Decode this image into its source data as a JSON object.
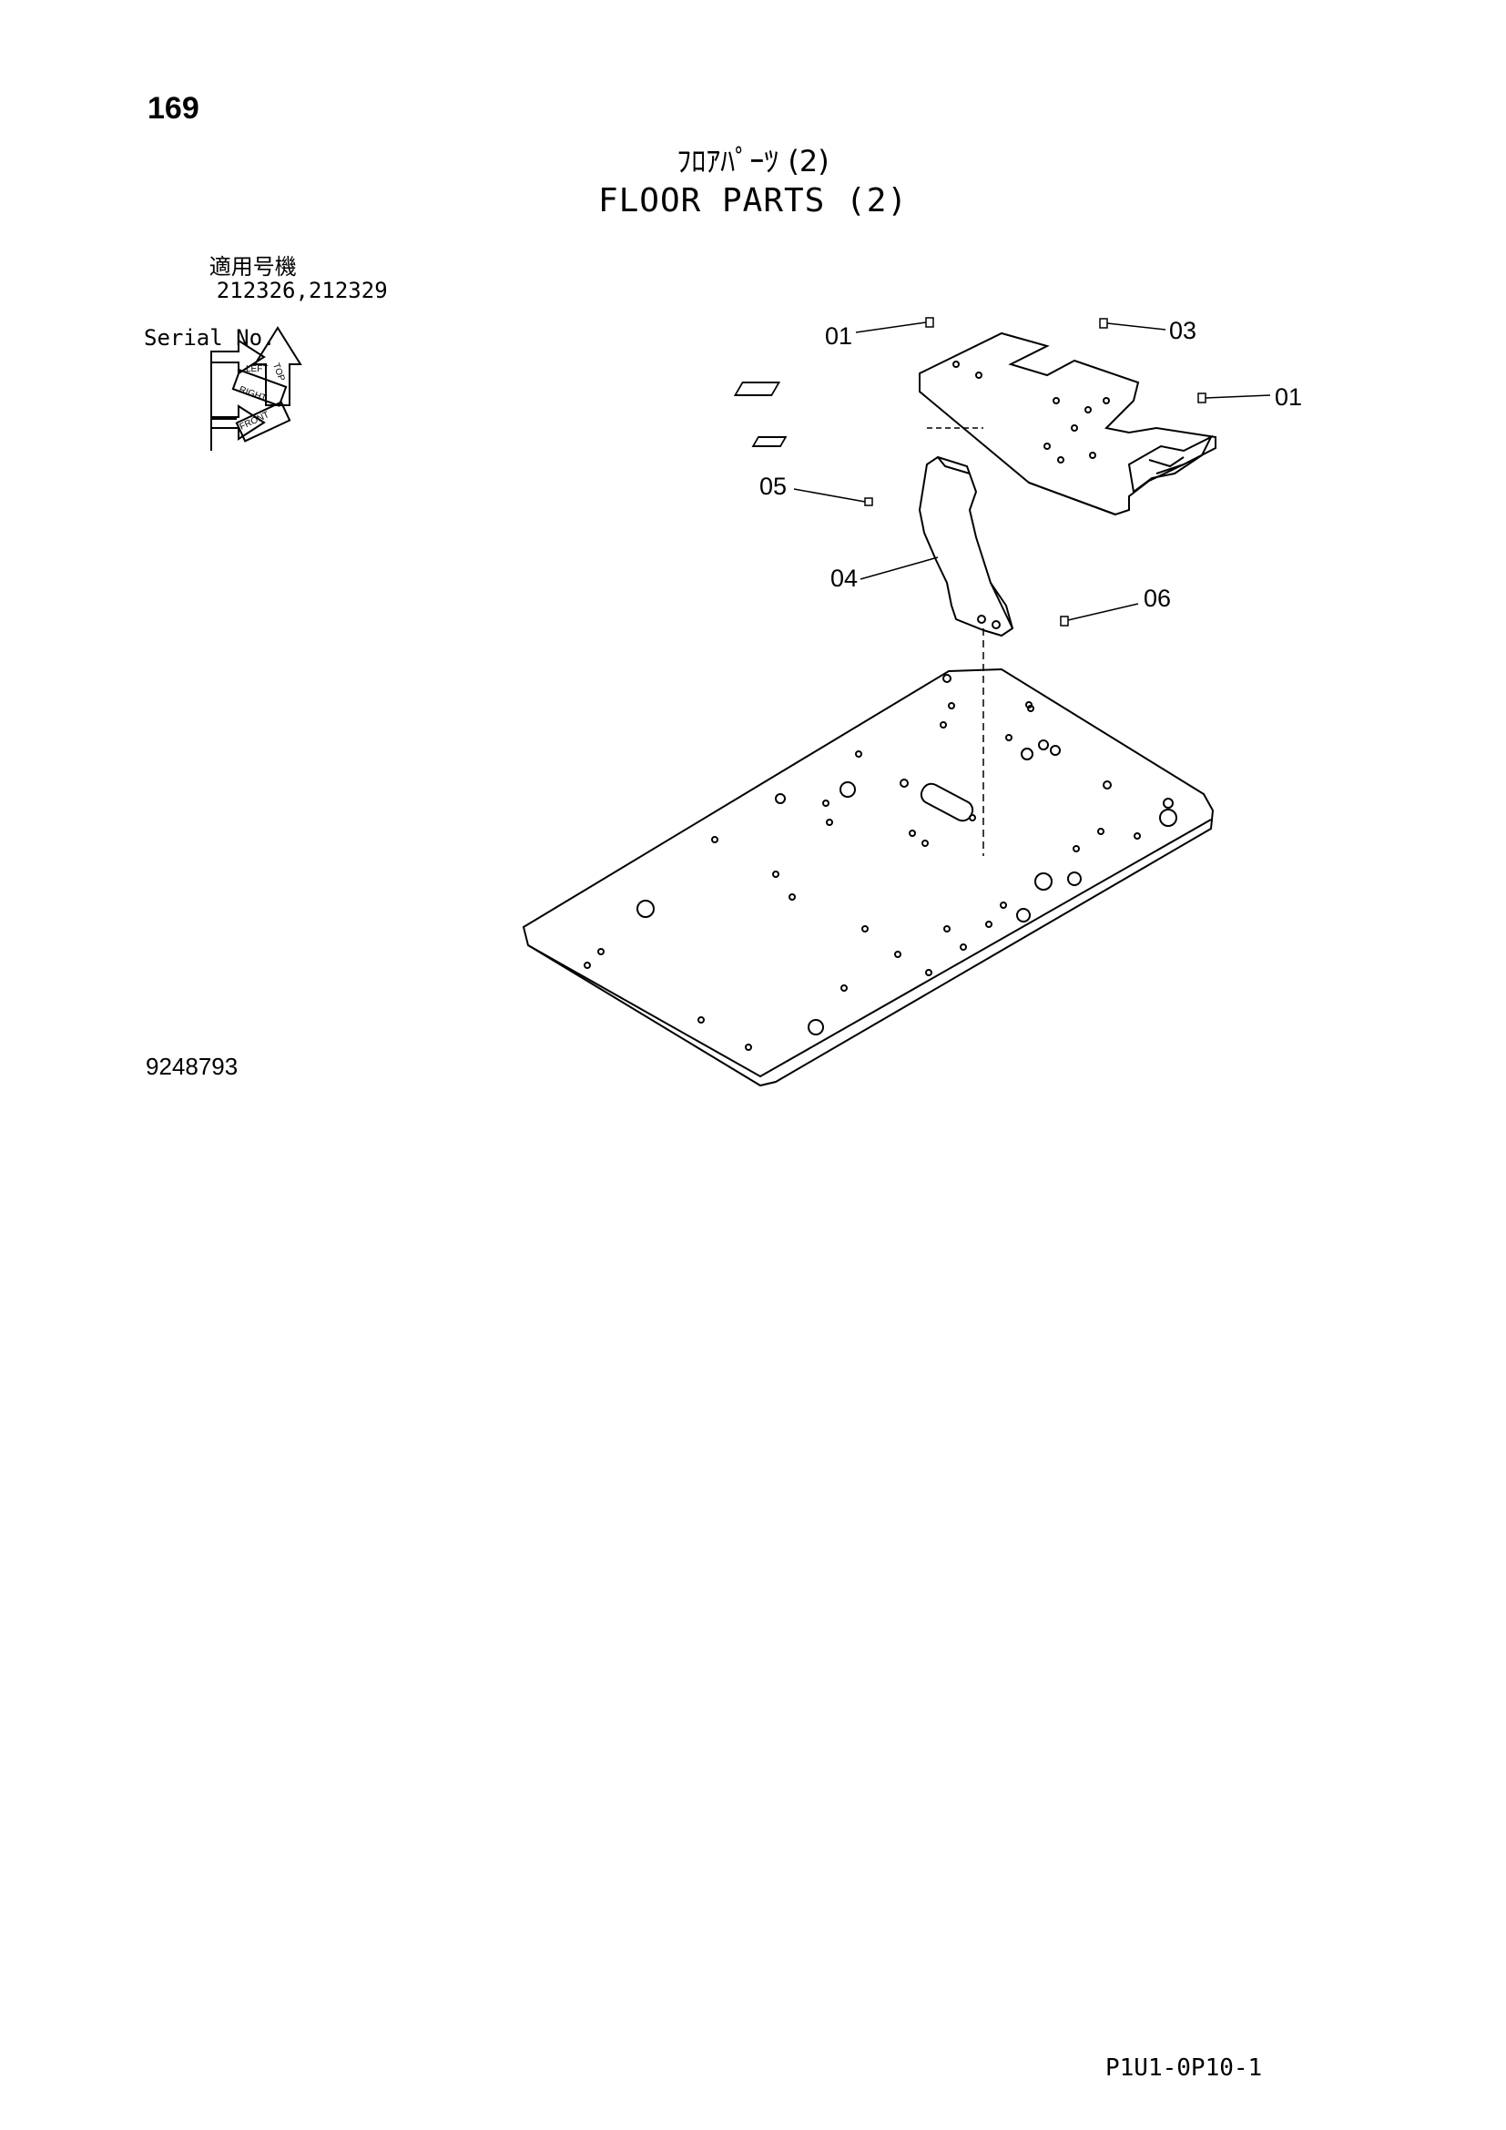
{
  "page_number": "169",
  "title_jp": "ﾌﾛｱﾊﾟｰﾂ (2)",
  "title_en": "FLOOR PARTS (2)",
  "serial": {
    "label_jp": "適用号機",
    "values": "212326,212329",
    "label_en": "Serial No."
  },
  "orientation_icon": {
    "labels": [
      "TOP",
      "RIGHT",
      "FRONT",
      "LEFT"
    ]
  },
  "callouts": [
    "01",
    "03",
    "01",
    "05",
    "04",
    "06"
  ],
  "document_number": "9248793",
  "footer_code": "P1U1-0P10-1"
}
